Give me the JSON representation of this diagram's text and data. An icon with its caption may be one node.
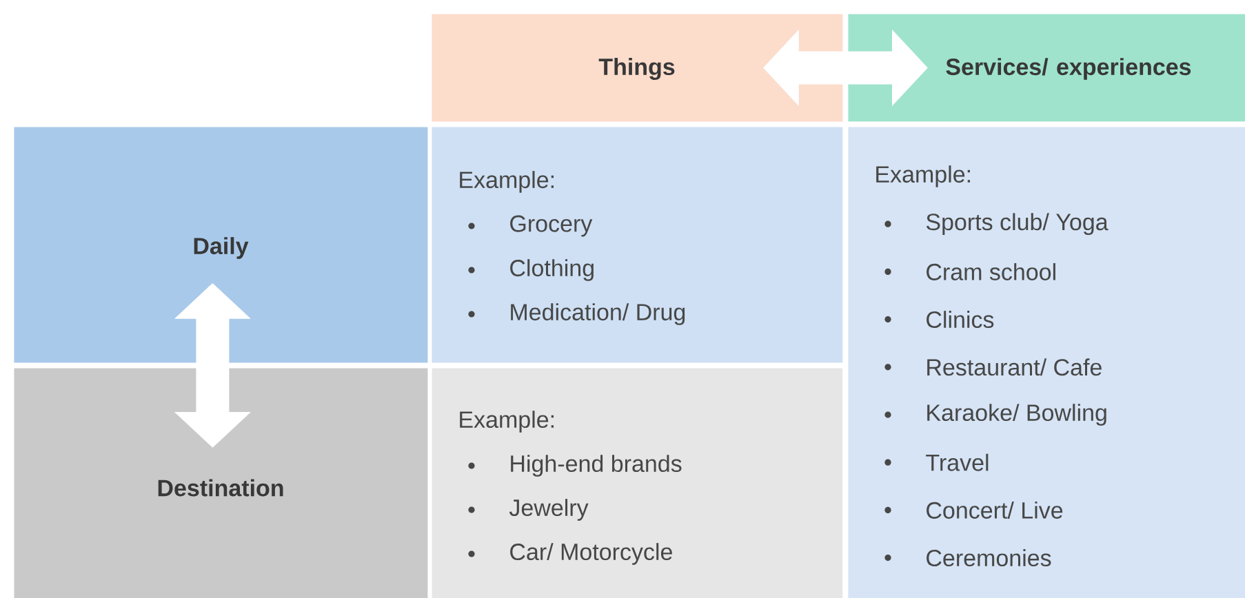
{
  "diagram": {
    "nodes": [
      {
        "text": [
          "Things"
        ]
      },
      {
        "text": [
          "Services/ experiences"
        ]
      },
      {
        "text": [
          "Daily"
        ]
      },
      {
        "text": [
          "Destination"
        ]
      },
      {
        "text": [
          "Example:",
          "Grocery",
          "Clothing",
          "Medication/ Drug"
        ]
      },
      {
        "text": [
          "Example:",
          "High-end brands",
          "Jewelry",
          "Car/ Motorcycle"
        ]
      },
      {
        "text": [
          "Example:",
          "Sports club/ Yoga",
          "Cram school",
          "Clinics",
          "Restaurant/ Cafe",
          "Karaoke/ Bowling",
          "Travel",
          "Concert/ Live",
          "Ceremonies"
        ]
      }
    ],
    "edges": [
      {
        "from": 0,
        "to": 1,
        "arrow": "both"
      },
      {
        "from": 2,
        "to": 3,
        "arrow": "both"
      }
    ]
  }
}
